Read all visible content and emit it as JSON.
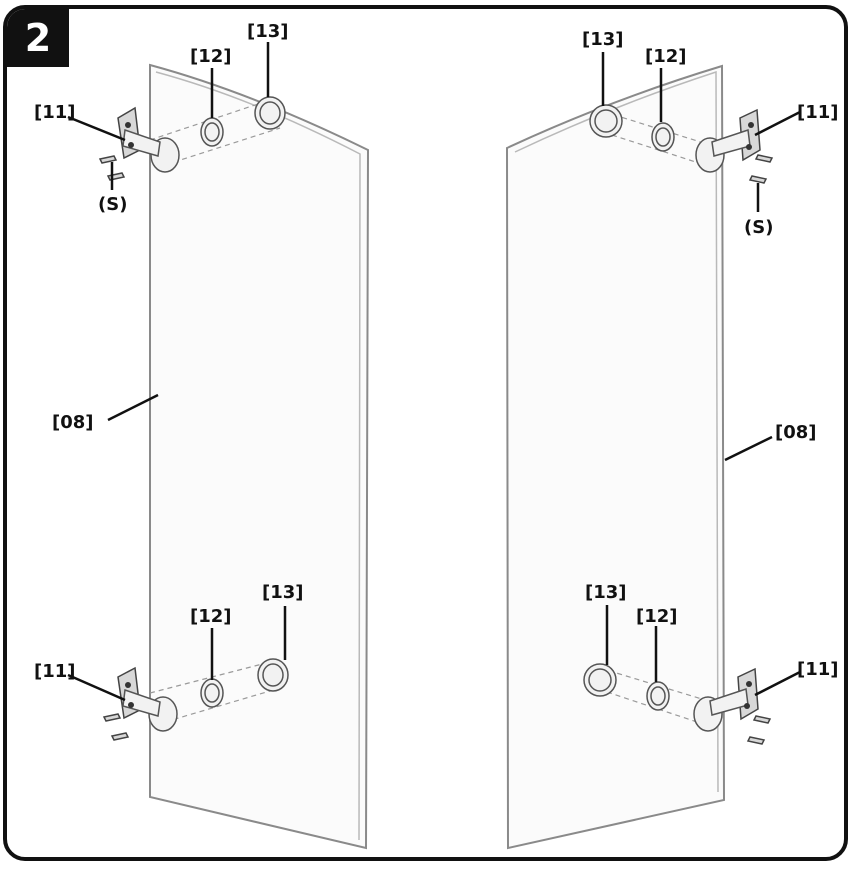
{
  "step": {
    "number": "2"
  },
  "labels": {
    "hinge": "[11]",
    "hinge_cup_inner": "[12]",
    "hinge_cup_outer": "[13]",
    "door_panel": "[08]",
    "screws": "(S)"
  },
  "colors": {
    "frame": "#111111",
    "badge_background": "#111111",
    "badge_text": "#ffffff",
    "panel_stroke": "#8a8a8a"
  }
}
